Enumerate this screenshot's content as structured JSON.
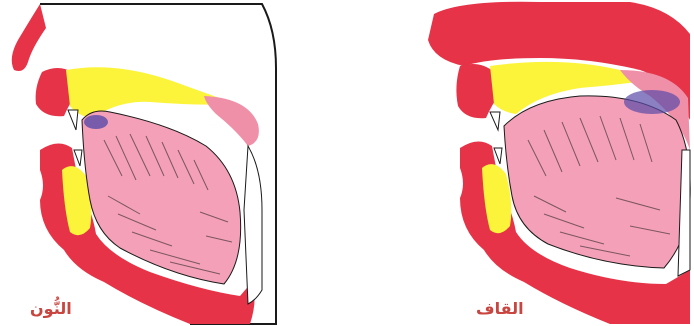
{
  "figures": [
    {
      "id": "noon",
      "caption": "النُّون",
      "highlight": "tongue-tip-alveolar"
    },
    {
      "id": "qaf",
      "caption": "القاف",
      "highlight": "tongue-back-uvular"
    }
  ],
  "colors": {
    "tissue": "#e63347",
    "palate": "#fbf43b",
    "tongue": "#f4a0b8",
    "velum": "#f090a8",
    "articulation": "#5a4aa8",
    "outline": "#1a1a1a",
    "caption": "#c9453f"
  }
}
